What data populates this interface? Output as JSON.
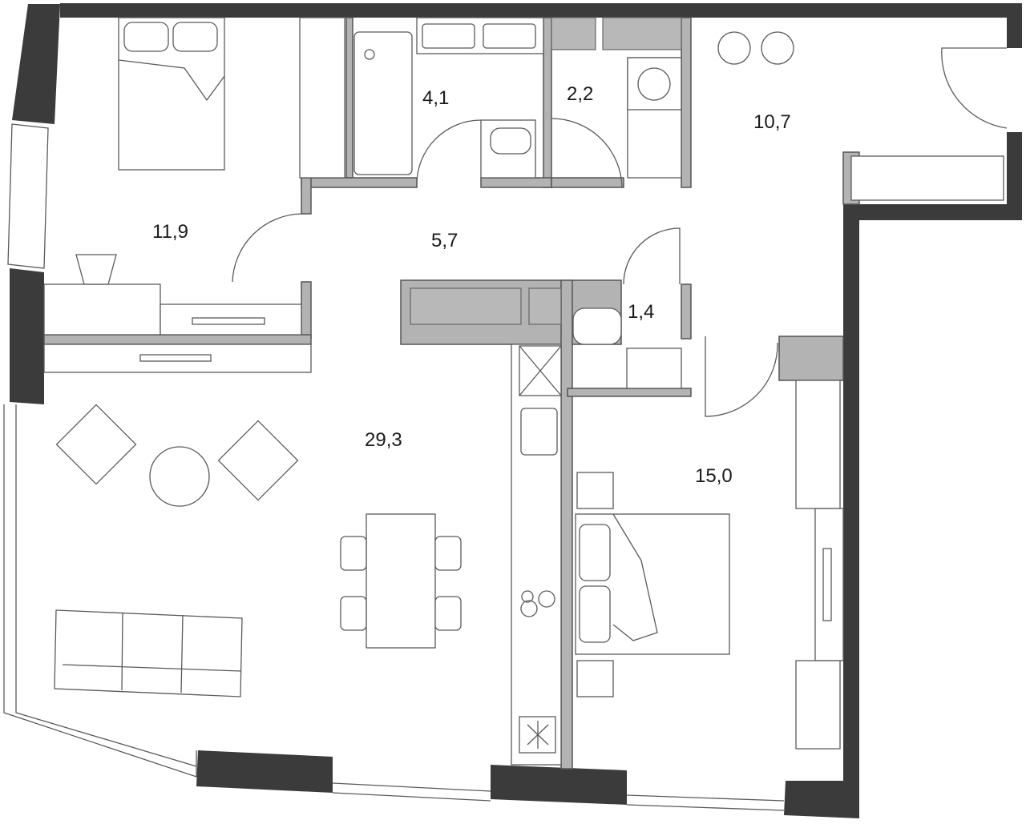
{
  "plan": {
    "rooms": [
      {
        "id": "bedroom-1",
        "area": "11,9"
      },
      {
        "id": "bathroom",
        "area": "4,1"
      },
      {
        "id": "laundry",
        "area": "2,2"
      },
      {
        "id": "hallway-entry",
        "area": "10,7"
      },
      {
        "id": "corridor",
        "area": "5,7"
      },
      {
        "id": "wc",
        "area": "1,4"
      },
      {
        "id": "living-kitchen",
        "area": "29,3"
      },
      {
        "id": "bedroom-2",
        "area": "15,0"
      }
    ],
    "colors": {
      "outer_wall": "#3b3b3b",
      "inner_wall": "#b3b3b3",
      "line": "#5a5a5a"
    }
  }
}
